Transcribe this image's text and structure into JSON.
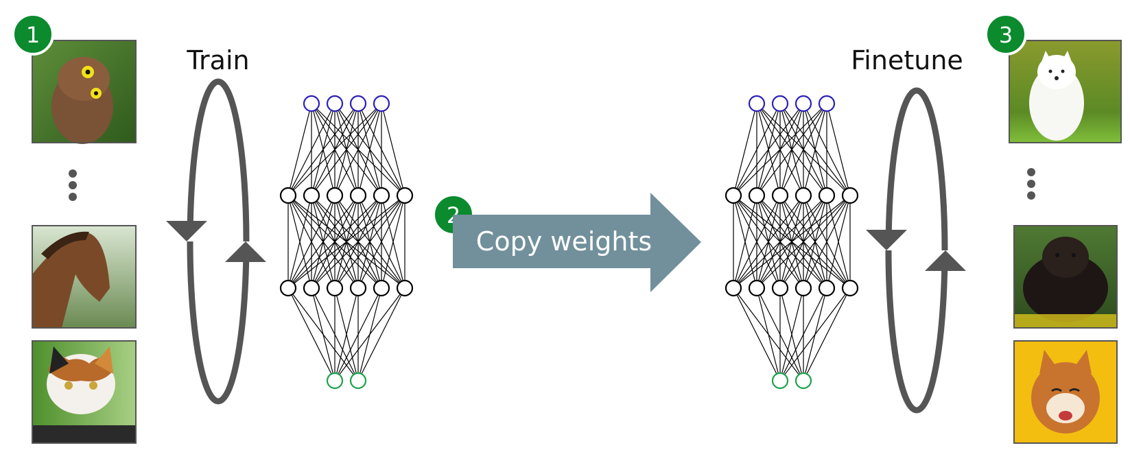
{
  "steps": {
    "train": {
      "number": "1",
      "label": "Train"
    },
    "copy": {
      "number": "2",
      "label": "Copy weights"
    },
    "finetune": {
      "number": "3",
      "label": "Finetune"
    }
  },
  "source_images": [
    "owl-photo",
    "horse-photo",
    "cat-photo"
  ],
  "target_images": [
    "samoyed-dog-photo",
    "newfoundland-dog-photo",
    "shiba-inu-dog-photo"
  ],
  "network": {
    "layers": [
      4,
      6,
      6,
      2
    ],
    "input_color": "#2a1fb8",
    "output_color": "#1aa34a",
    "hidden_color": "#000000"
  },
  "colors": {
    "badge": "#0b8a2e",
    "arrow": "#71909c",
    "loop": "#555555"
  }
}
